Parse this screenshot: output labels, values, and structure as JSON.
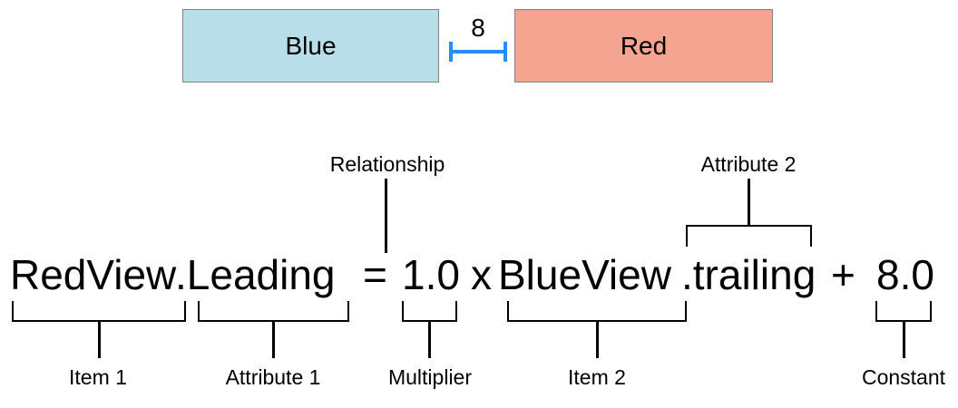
{
  "colors": {
    "blue-view-fill": "#B8DEE9",
    "red-view-fill": "#F4A490",
    "view-border": "#828282",
    "spacing-line": "#1E90FF",
    "diagram-line": "#000000",
    "text": "#000000"
  },
  "views": {
    "blue": {
      "label": "Blue"
    },
    "red": {
      "label": "Red"
    },
    "spacing": {
      "value": "8"
    }
  },
  "equation": {
    "item1": "RedView",
    "attribute1": ".Leading",
    "relationship": "=",
    "multiplier": "1.0",
    "multiply_operator": "x",
    "item2": "BlueView",
    "attribute2": ".trailing",
    "plus_operator": "+",
    "constant": "8.0"
  },
  "annotations": {
    "relationship": "Relationship",
    "attribute2": "Attribute 2",
    "item1": "Item 1",
    "attribute1": "Attribute 1",
    "multiplier": "Multiplier",
    "item2": "Item 2",
    "constant": "Constant"
  }
}
